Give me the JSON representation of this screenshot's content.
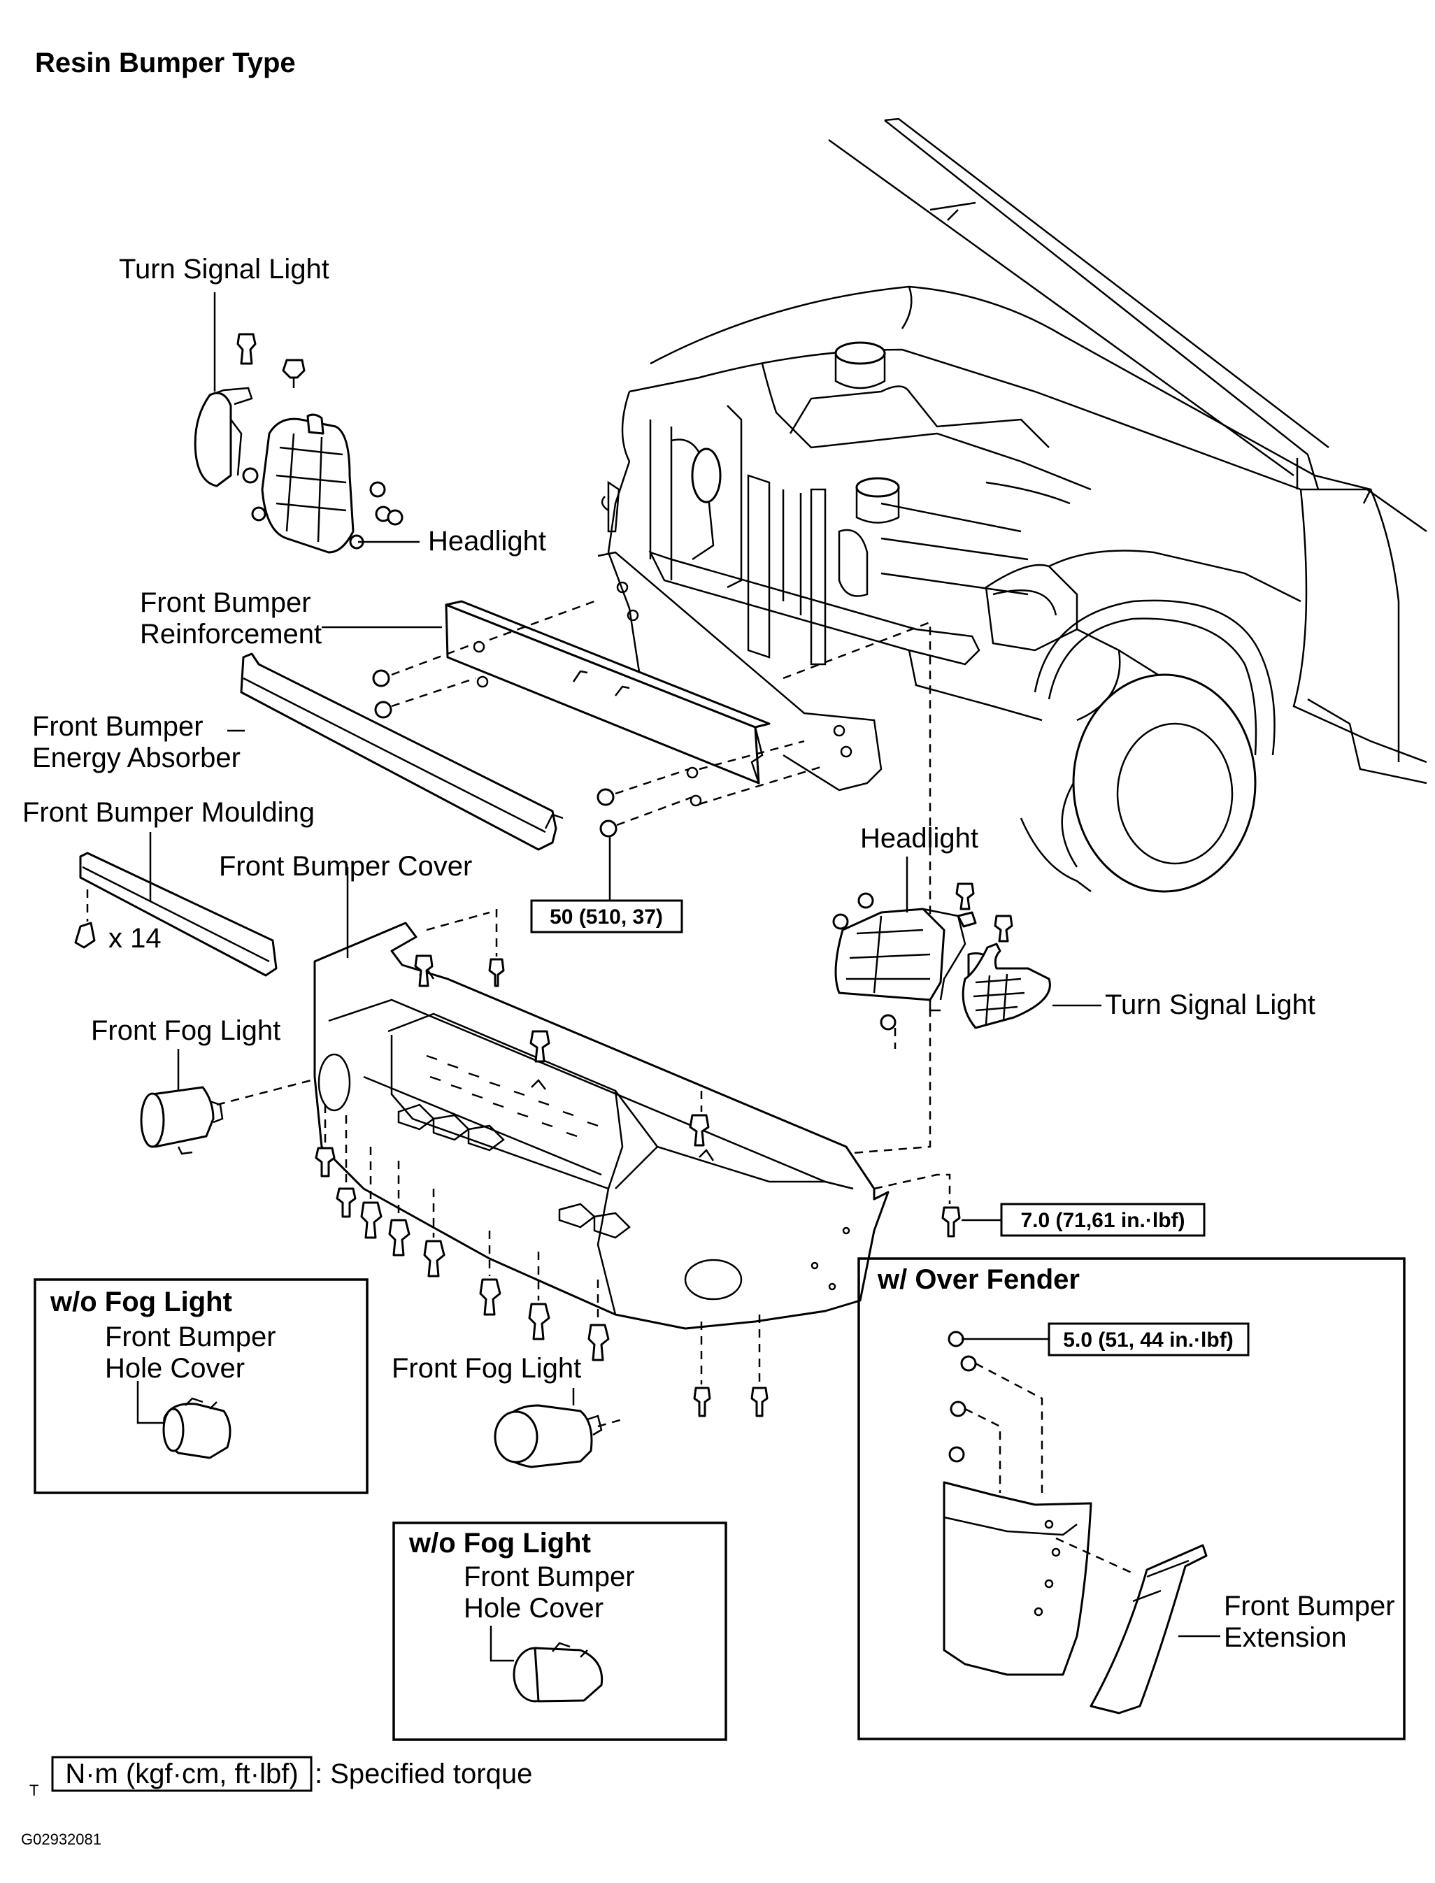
{
  "diagram": {
    "title": "Resin Bumper Type",
    "figure_id": "G02932081",
    "labels": {
      "turn_signal_left": "Turn Signal Light",
      "headlight_left": "Headlight",
      "reinforcement_1": "Front Bumper",
      "reinforcement_2": "Reinforcement",
      "absorber_1": "Front Bumper",
      "absorber_2": "Energy Absorber",
      "moulding": "Front Bumper Moulding",
      "clip_count": "x 14",
      "cover": "Front Bumper Cover",
      "fog_light_left": "Front Fog Light",
      "headlight_right": "Headlight",
      "turn_signal_right": "Turn Signal Light",
      "fog_light_bottom": "Front Fog Light",
      "extension_1": "Front Bumper",
      "extension_2": "Extension"
    },
    "torques": {
      "reinforcement_bolts": "50 (510, 37)",
      "cover_screw": "7.0 (71,61 in.·lbf)",
      "over_fender_screw": "5.0 (51, 44 in.·lbf)"
    },
    "insets": {
      "wo_fog_left": {
        "title": "w/o Fog Light",
        "line1": "Front Bumper",
        "line2": "Hole Cover"
      },
      "wo_fog_bottom": {
        "title": "w/o Fog Light",
        "line1": "Front Bumper",
        "line2": "Hole Cover"
      },
      "over_fender": {
        "title": "w/ Over Fender"
      }
    },
    "legend": {
      "unit_box": "N·m (kgf·cm, ft·lbf)",
      "description": ": Specified torque",
      "marker": "T"
    }
  }
}
